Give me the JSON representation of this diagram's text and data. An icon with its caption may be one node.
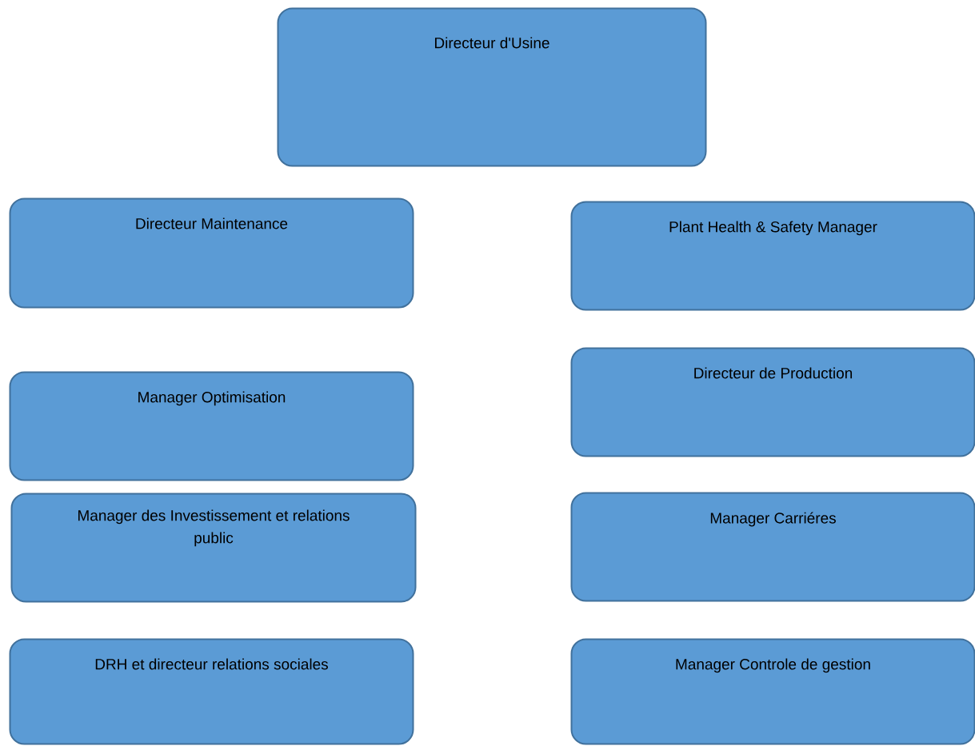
{
  "diagram": {
    "nodes": [
      {
        "text": [
          "Directeur d'Usine"
        ]
      },
      {
        "text": [
          "Directeur Maintenance"
        ]
      },
      {
        "text": [
          "Plant Health & Safety Manager"
        ]
      },
      {
        "text": [
          "Manager Optimisation"
        ]
      },
      {
        "text": [
          "Directeur de Production"
        ]
      },
      {
        "text": [
          "Manager des Investissement et relations public"
        ]
      },
      {
        "text": [
          "Manager Carriéres"
        ]
      },
      {
        "text": [
          "DRH et directeur relations sociales"
        ]
      },
      {
        "text": [
          "Manager Controle de gestion"
        ]
      }
    ]
  }
}
